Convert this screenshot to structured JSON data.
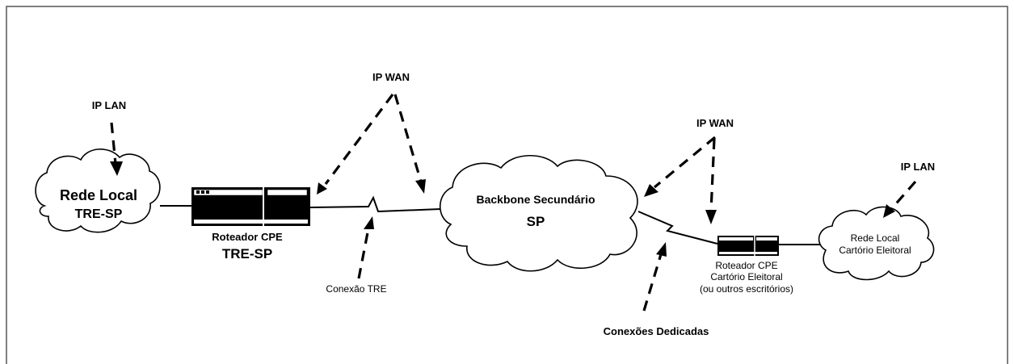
{
  "labels": {
    "ip_lan_left": "IP LAN",
    "ip_wan_left": "IP WAN",
    "ip_wan_right": "IP WAN",
    "ip_lan_right": "IP LAN",
    "rede_local_left_line1": "Rede Local",
    "rede_local_left_line2": "TRE-SP",
    "roteador_left_line1": "Roteador CPE",
    "roteador_left_line2": "TRE-SP",
    "conexao_tre": "Conexão TRE",
    "backbone_line1": "Backbone Secundário",
    "backbone_line2": "SP",
    "roteador_right_line1": "Roteador CPE",
    "roteador_right_line2": "Cartório Eleitoral",
    "roteador_right_line3": "(ou outros escritórios)",
    "conexoes_dedicadas": "Conexões Dedicadas",
    "rede_local_right_line1": "Rede Local",
    "rede_local_right_line2": "Cartório Eleitoral"
  },
  "colors": {
    "ink": "#000000",
    "background": "#ffffff",
    "frame": "#555555"
  }
}
